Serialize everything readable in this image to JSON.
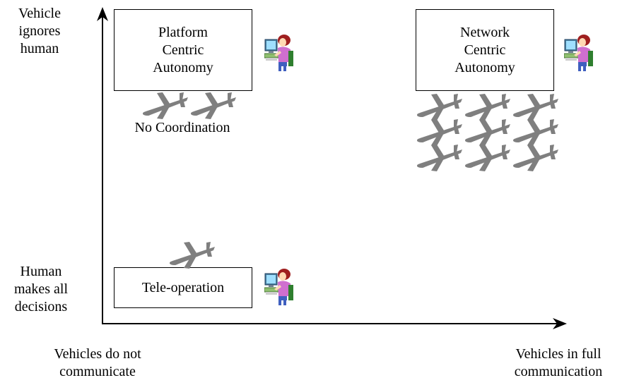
{
  "y_axis": {
    "top_label": [
      "Vehicle",
      "ignores",
      "human"
    ],
    "bottom_label": [
      "Human",
      "makes all",
      "decisions"
    ]
  },
  "x_axis": {
    "left_label": [
      "Vehicles do not",
      "communicate"
    ],
    "right_label": [
      "Vehicles in full",
      "communication"
    ]
  },
  "boxes": {
    "platform": [
      "Platform",
      "Centric",
      "Autonomy"
    ],
    "network": [
      "Network",
      "Centric",
      "Autonomy"
    ],
    "teleop": [
      "Tele-operation"
    ]
  },
  "captions": {
    "no_coordination": "No Coordination"
  },
  "icons": {
    "operator": "operator-at-computer-icon",
    "vehicle": "uav-aircraft-icon"
  },
  "colors": {
    "aircraft": "#7f7f7f",
    "axis": "#000000"
  }
}
